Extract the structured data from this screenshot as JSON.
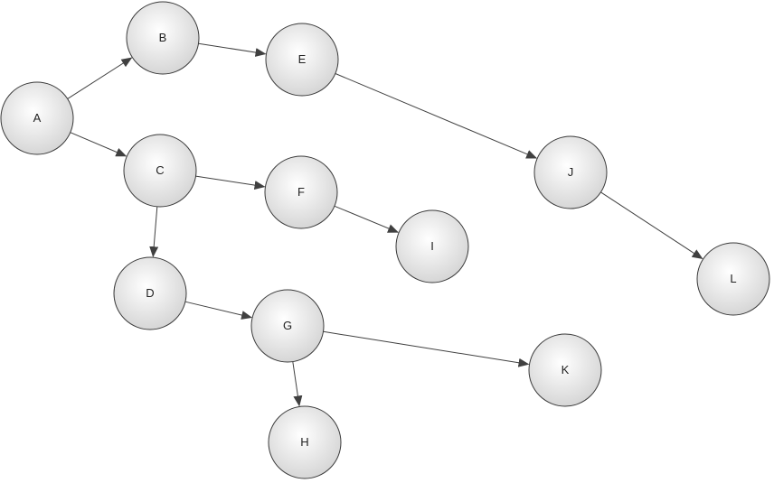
{
  "colors": {
    "node_fill_center": "#ffffff",
    "node_fill_edge": "#d6d6d6",
    "node_stroke": "#3b3b3b",
    "edge_stroke": "#404040"
  },
  "nodes": [
    {
      "id": "A",
      "label": "A"
    },
    {
      "id": "B",
      "label": "B"
    },
    {
      "id": "C",
      "label": "C"
    },
    {
      "id": "D",
      "label": "D"
    },
    {
      "id": "E",
      "label": "E"
    },
    {
      "id": "F",
      "label": "F"
    },
    {
      "id": "G",
      "label": "G"
    },
    {
      "id": "H",
      "label": "H"
    },
    {
      "id": "I",
      "label": "I"
    },
    {
      "id": "J",
      "label": "J"
    },
    {
      "id": "K",
      "label": "K"
    },
    {
      "id": "L",
      "label": "L"
    }
  ],
  "edges": [
    {
      "from": "A",
      "to": "B"
    },
    {
      "from": "A",
      "to": "C"
    },
    {
      "from": "B",
      "to": "E"
    },
    {
      "from": "E",
      "to": "J"
    },
    {
      "from": "J",
      "to": "L"
    },
    {
      "from": "C",
      "to": "F"
    },
    {
      "from": "F",
      "to": "I"
    },
    {
      "from": "C",
      "to": "D"
    },
    {
      "from": "D",
      "to": "G"
    },
    {
      "from": "G",
      "to": "K"
    },
    {
      "from": "G",
      "to": "H"
    }
  ]
}
